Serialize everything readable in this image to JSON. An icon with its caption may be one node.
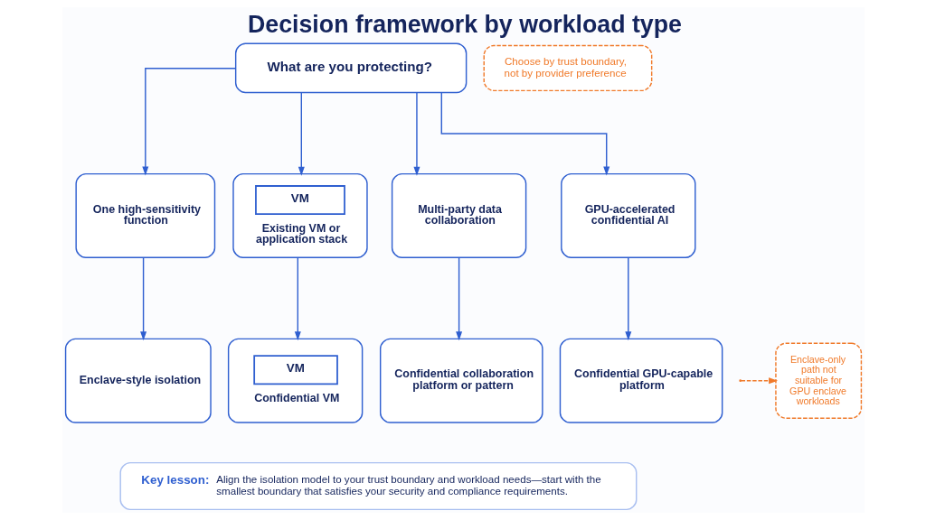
{
  "diagram": {
    "title": "Decision framework by workload type",
    "nodes": [
      {
        "text": [
          "What are you protecting?"
        ]
      },
      {
        "text": [
          "Choose by trust boundary, not by provider preference"
        ]
      },
      {
        "text": [
          "One high-sensitivity function"
        ]
      },
      {
        "text": [
          "VM",
          "Existing VM or application stack"
        ]
      },
      {
        "text": [
          "Multi-party data collaboration"
        ]
      },
      {
        "text": [
          "GPU-accelerated confidential AI"
        ]
      },
      {
        "text": [
          "Enclave-style isolation"
        ]
      },
      {
        "text": [
          "VM",
          "Confidential VM"
        ]
      },
      {
        "text": [
          "Confidential collaboration platform or pattern"
        ]
      },
      {
        "text": [
          "Confidential GPU-capable platform"
        ]
      },
      {
        "text": [
          "Enclave-only path not suitable for GPU enclave workloads"
        ]
      },
      {
        "text": [
          "Key lesson:",
          "Align the isolation model to your trust boundary and workload needs—start with the smallest boundary that satisfies your security and compliance requirements."
        ]
      }
    ],
    "edges": [
      {
        "from": 0,
        "to": 2,
        "arrow": "to"
      },
      {
        "from": 0,
        "to": 3,
        "arrow": "to"
      },
      {
        "from": 0,
        "to": 4,
        "arrow": "to"
      },
      {
        "from": 0,
        "to": 5,
        "arrow": "to"
      },
      {
        "from": 2,
        "to": 6,
        "arrow": "to"
      },
      {
        "from": 3,
        "to": 7,
        "arrow": "to"
      },
      {
        "from": 4,
        "to": 8,
        "arrow": "to"
      },
      {
        "from": 5,
        "to": 9,
        "arrow": "to"
      },
      {
        "from": null,
        "to": 10,
        "arrow": "to",
        "style": "dashed",
        "color": "#f07a2a"
      }
    ]
  }
}
